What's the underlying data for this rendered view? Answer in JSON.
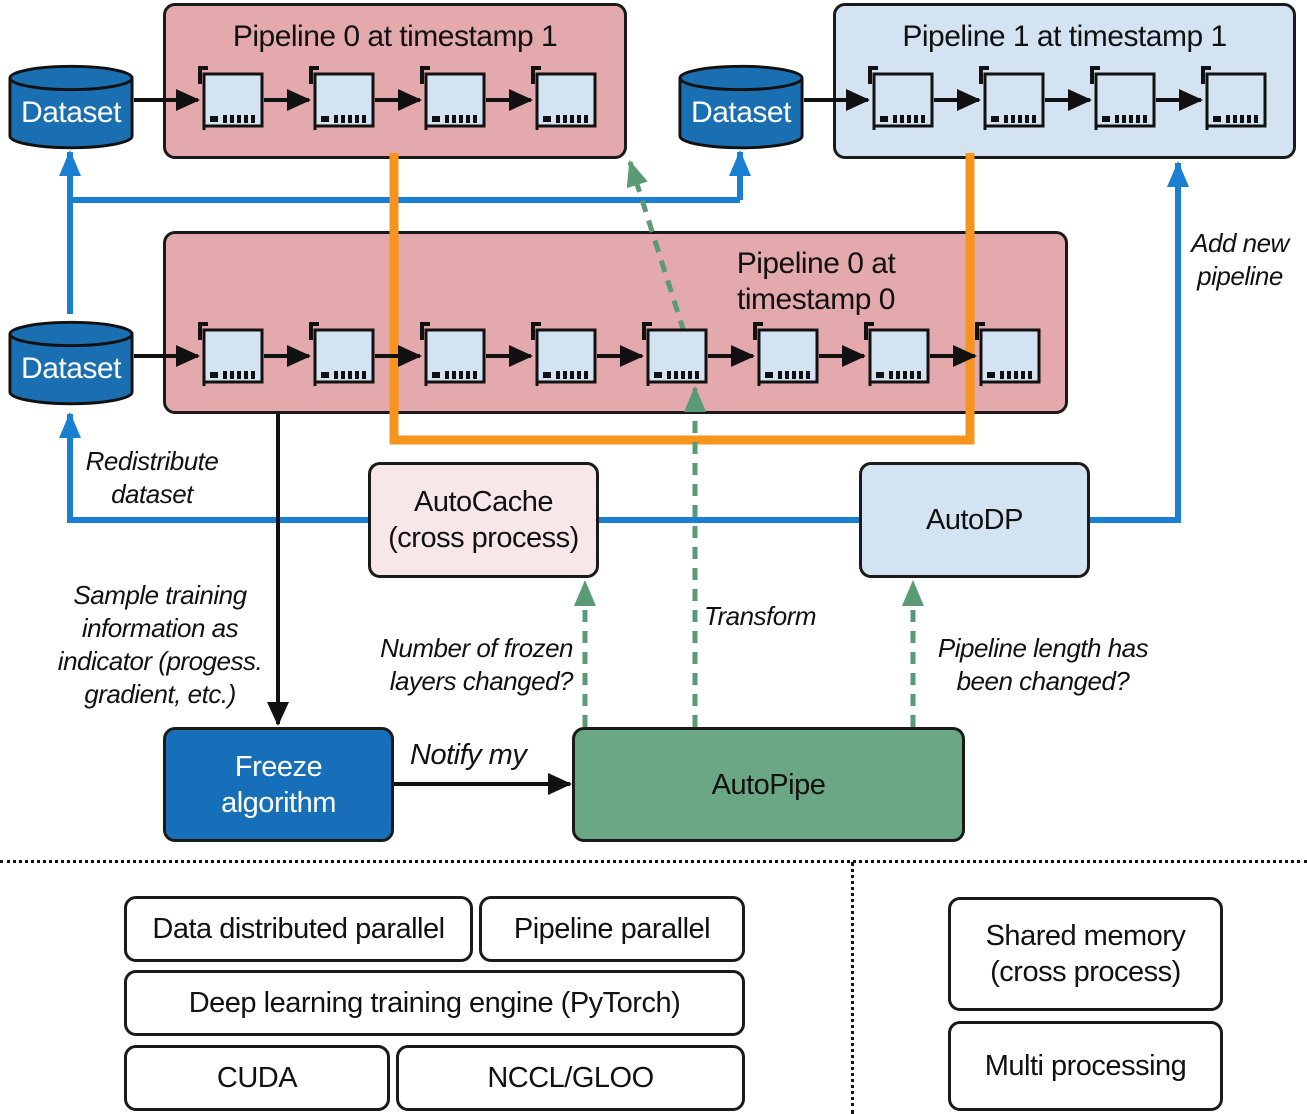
{
  "pipelines": {
    "p0_t1": {
      "title": "Pipeline 0 at timestamp 1"
    },
    "p1_t1": {
      "title": "Pipeline 1 at timestamp 1"
    },
    "p0_t0": {
      "title_line1": "Pipeline 0 at",
      "title_line2": "timestamp 0"
    }
  },
  "datasets": {
    "label": "Dataset"
  },
  "components": {
    "autocache_line1": "AutoCache",
    "autocache_line2": "(cross process)",
    "autodp": "AutoDP",
    "freeze_line1": "Freeze",
    "freeze_line2": "algorithm",
    "autopipe": "AutoPipe"
  },
  "labels": {
    "add_new_line1": "Add new",
    "add_new_line2": "pipeline",
    "redistribute_line1": "Redistribute",
    "redistribute_line2": "dataset",
    "sample_line1": "Sample training",
    "sample_line2": "information as",
    "sample_line3": "indicator (progess.",
    "sample_line4": "gradient, etc.)",
    "frozen_line1": "Number of frozen",
    "frozen_line2": "layers changed?",
    "transform": "Transform",
    "plength_line1": "Pipeline length has",
    "plength_line2": "been changed?",
    "notify": "Notify my"
  },
  "stack": {
    "ddp": "Data distributed parallel",
    "pp": "Pipeline parallel",
    "engine": "Deep learning training engine (PyTorch)",
    "cuda": "CUDA",
    "nccl": "NCCL/GLOO",
    "shm_line1": "Shared memory",
    "shm_line2": "(cross process)",
    "mp": "Multi processing"
  },
  "colors": {
    "pipeline_red": "#e4a9ad",
    "pipeline_blue": "#d3e3f2",
    "dataset_blue": "#1a6fb3",
    "arrow_blue": "#1b7fd1",
    "orange": "#f7941d",
    "freeze_blue": "#176fba",
    "autopipe_green": "#6aa784",
    "dashed_green": "#5a9a74",
    "autocache_bg": "#f8e7e8",
    "autodp_bg": "#d3e3f2"
  },
  "icons": {
    "layer": "gpu-card-icon",
    "storage": "database-cylinder-icon"
  }
}
